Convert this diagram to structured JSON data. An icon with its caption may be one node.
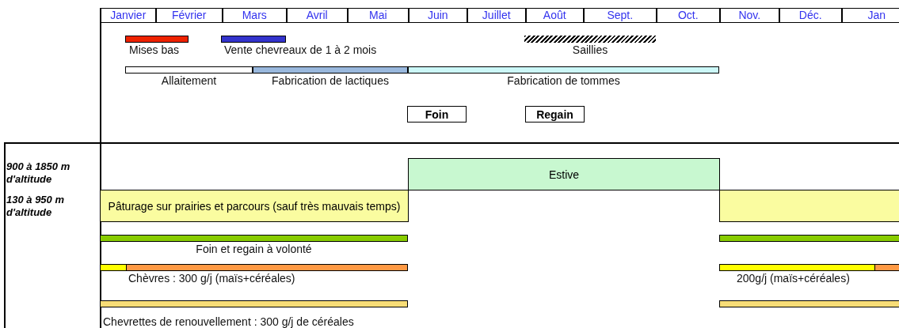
{
  "diagram": {
    "nodes": [
      {
        "text": [
          "Mises bas"
        ]
      },
      {
        "text": [
          "Vente chevreaux de 1 à 2 mois"
        ]
      },
      {
        "text": [
          "Saillies"
        ]
      },
      {
        "text": [
          "Allaitement"
        ]
      },
      {
        "text": [
          "Fabrication de lactiques"
        ]
      },
      {
        "text": [
          "Fabrication de tommes"
        ]
      },
      {
        "text": [
          "Foin"
        ]
      },
      {
        "text": [
          "Regain"
        ]
      },
      {
        "text": [
          "Estive"
        ]
      },
      {
        "text": [
          "Pâturage sur prairies et parcours (sauf très mauvais temps)"
        ]
      },
      {
        "text": [],
        "shape": "box"
      },
      {
        "text": [
          "Foin et regain à volonté"
        ]
      },
      {
        "text": [],
        "shape": "bar"
      },
      {
        "text": [
          "Chèvres : 300 g/j (maïs+céréales)"
        ]
      },
      {
        "text": [
          "200g/j (maïs+céréales)"
        ]
      },
      {
        "text": [
          "Chevrettes de renouvellement : 300 g/j de céréales"
        ]
      },
      {
        "text": [],
        "shape": "bar"
      }
    ],
    "labels": [
      "Janvier",
      "Février",
      "Mars",
      "Avril",
      "Mai",
      "Juin",
      "Juillet",
      "Août",
      "Sept.",
      "Oct.",
      "Nov.",
      "Déc.",
      "Jan",
      "900 à 1850 m d'altitude",
      "130 à 950 m d'altitude"
    ]
  }
}
